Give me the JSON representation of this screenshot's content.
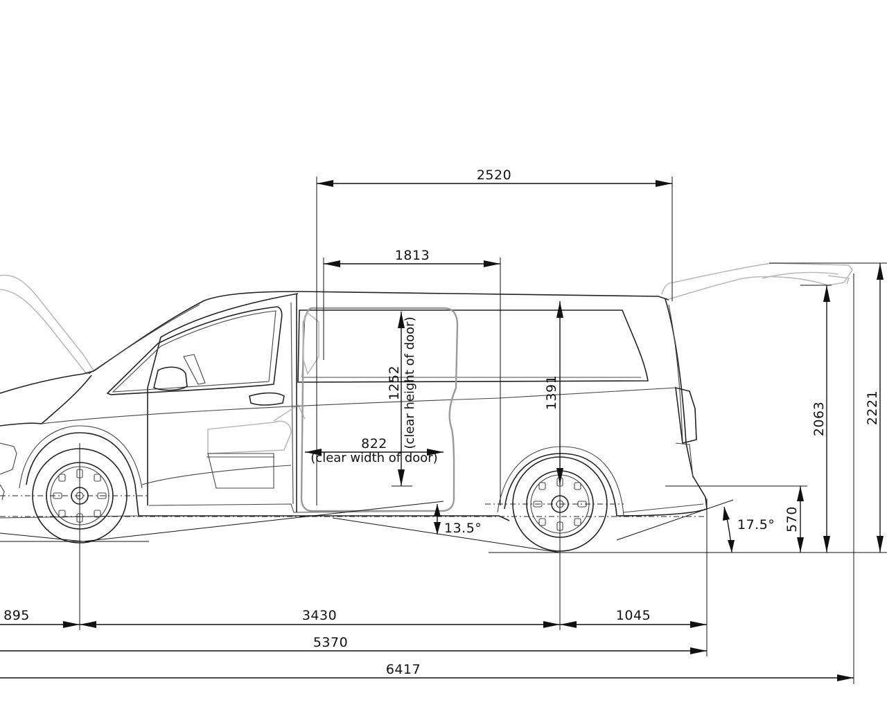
{
  "dimensions": {
    "wheelbase": "3430",
    "front_overhang": "895",
    "rear_overhang": "1045",
    "length_closed": "5370",
    "length_tailgate_open": "6417",
    "load_length": "2520",
    "door_to_rear_length": "1813",
    "clear_width_of_door": "822",
    "clear_width_label": "(clear width of door)",
    "clear_height_of_door": "1252",
    "clear_height_label": "(clear height of door)",
    "interior_height": "1391",
    "overall_height": "2063",
    "height_tailgate_open": "2221",
    "loading_sill_height": "570",
    "ramp_angle": "13.5°",
    "departure_angle": "17.5°"
  }
}
